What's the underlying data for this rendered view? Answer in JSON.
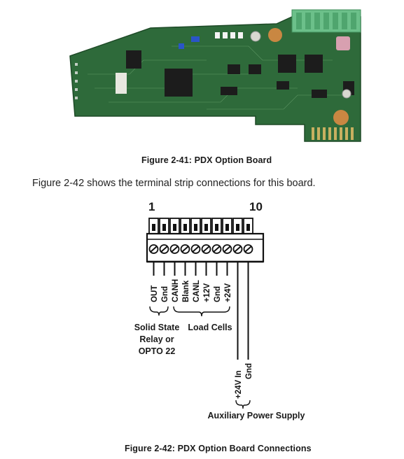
{
  "figure1": {
    "caption": "Figure 2-41: PDX Option Board"
  },
  "paragraph": "Figure 2-42 shows the terminal strip connections for this board.",
  "terminal": {
    "first_number": "1",
    "last_number": "10",
    "pin_labels": [
      "OUT",
      "Gnd",
      "CANH",
      "Blank",
      "CANL",
      "+12V",
      "Gnd",
      "+24V"
    ],
    "aux_labels": [
      "+24V In",
      "Gnd"
    ]
  },
  "groups": {
    "relay": [
      "Solid State",
      "Relay or",
      "OPTO 22"
    ],
    "load_cells": "Load Cells",
    "aux_power": "Auxiliary Power Supply"
  },
  "figure2": {
    "caption": "Figure 2-42: PDX Option Board Connections"
  },
  "colors": {
    "pcb": "#2f6b3a",
    "connector": "#6cc08a",
    "ink": "#1a1a1a"
  }
}
